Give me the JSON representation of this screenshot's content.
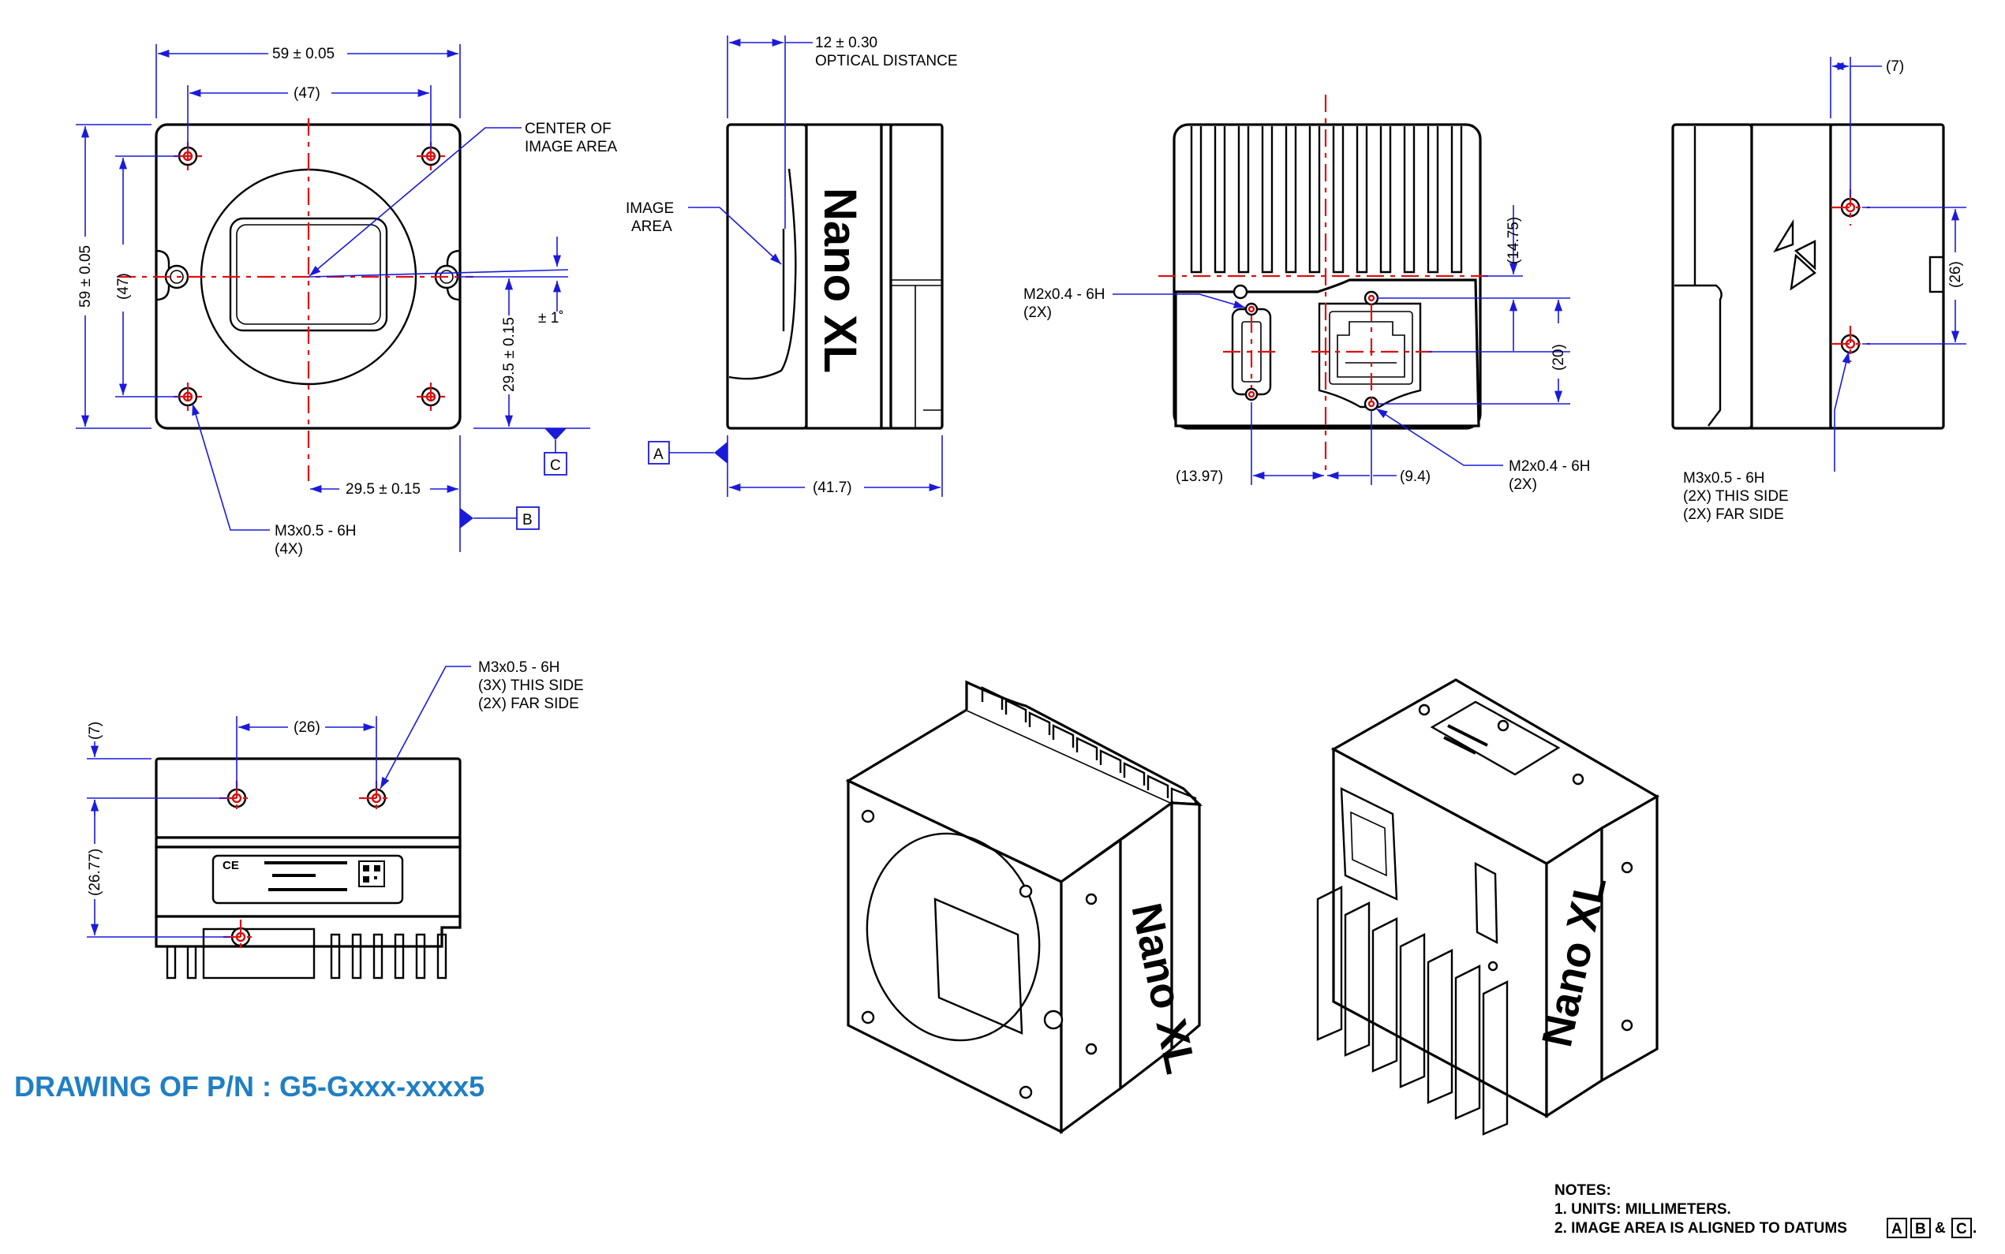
{
  "drawing": {
    "title": "DRAWING OF P/N : G5-Gxxx-xxxx5",
    "brand": "Nano XL",
    "notes": {
      "heading": "NOTES:",
      "line1": "1. UNITS: MILLIMETERS.",
      "line2": "2. IMAGE AREA IS ALIGNED TO DATUMS",
      "datum_a": "A",
      "datum_b": "B",
      "amp": "&",
      "datum_c": "C",
      "end": "."
    }
  },
  "front_view": {
    "width_dim": "59 ± 0.05",
    "inner_width_dim": "(47)",
    "height_dim": "59 ± 0.05",
    "inner_height_dim": "(47)",
    "center_label_1": "CENTER OF",
    "center_label_2": "IMAGE AREA",
    "angle_tol": "± 1˚",
    "v_center_dim": "29.5 ± 0.15",
    "h_center_dim": "29.5 ± 0.15",
    "datum_c": "C",
    "datum_b": "B",
    "hole_callout_1": "M3x0.5 - 6H",
    "hole_callout_2": "(4X)"
  },
  "side_view_left": {
    "optical_dim": "12 ± 0.30",
    "optical_label": "OPTICAL DISTANCE",
    "image_area_1": "IMAGE",
    "image_area_2": "AREA",
    "datum_a": "A",
    "length_dim": "(41.7)"
  },
  "rear_view": {
    "callout_top_1": "M2x0.4 - 6H",
    "callout_top_2": "(2X)",
    "dim_1475": "(14.75)",
    "dim_20": "(20)",
    "dim_1397": "(13.97)",
    "dim_94": "(9.4)",
    "callout_bot_1": "M2x0.4 - 6H",
    "callout_bot_2": "(2X)"
  },
  "side_view_right": {
    "dim_7": "(7)",
    "dim_26": "(26)",
    "callout_1": "M3x0.5 - 6H",
    "callout_2": "(2X) THIS SIDE",
    "callout_3": "(2X) FAR SIDE"
  },
  "bottom_view": {
    "callout_1": "M3x0.5 - 6H",
    "callout_2": "(3X) THIS SIDE",
    "callout_3": "(2X) FAR SIDE",
    "dim_26": "(26)",
    "dim_7": "(7)",
    "dim_2677": "(26.77)"
  }
}
